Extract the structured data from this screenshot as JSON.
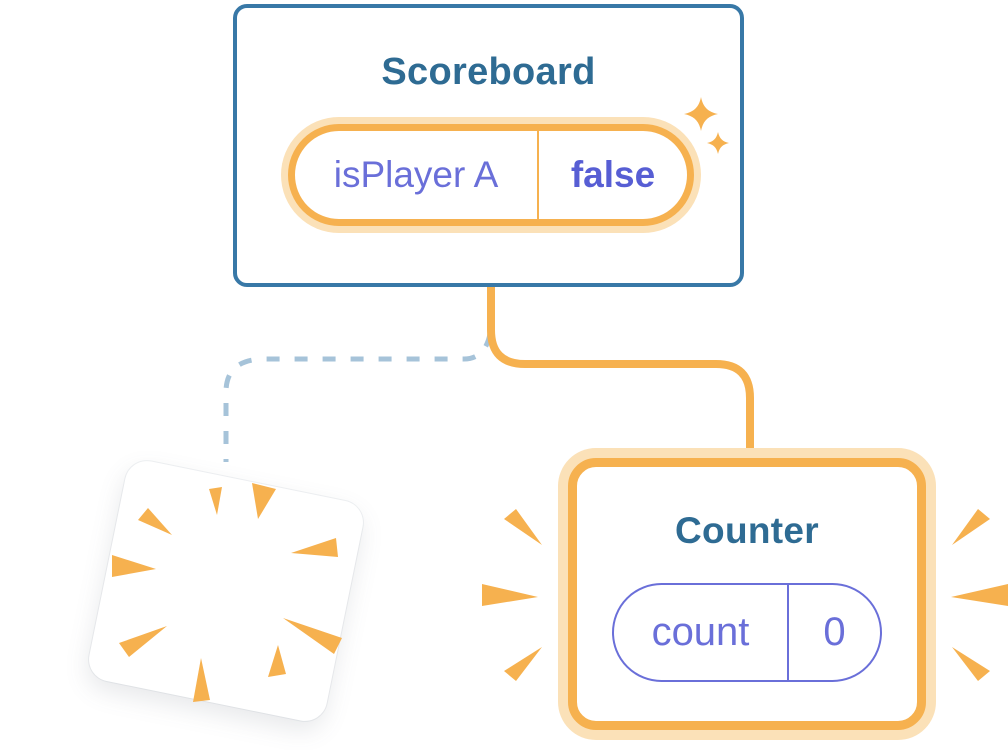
{
  "scoreboard": {
    "title": "Scoreboard",
    "state": {
      "key": "isPlayer A",
      "value": "false"
    }
  },
  "counter": {
    "title": "Counter",
    "state": {
      "key": "count",
      "value": "0"
    }
  },
  "colors": {
    "card_border_blue": "#3878A7",
    "title_blue": "#2E6B93",
    "accent_orange": "#F6B14F",
    "glow_peach": "#FBE1B8",
    "state_purple": "#6A6FD9",
    "state_value_purple": "#575ED4",
    "dashed_blue": "#A6C3D9",
    "background": "#FFFFFF"
  },
  "icons": {
    "sparkle": "sparkle-icon",
    "poof_burst": "poof-burst-icon",
    "emphasis_burst": "emphasis-burst-icon"
  }
}
